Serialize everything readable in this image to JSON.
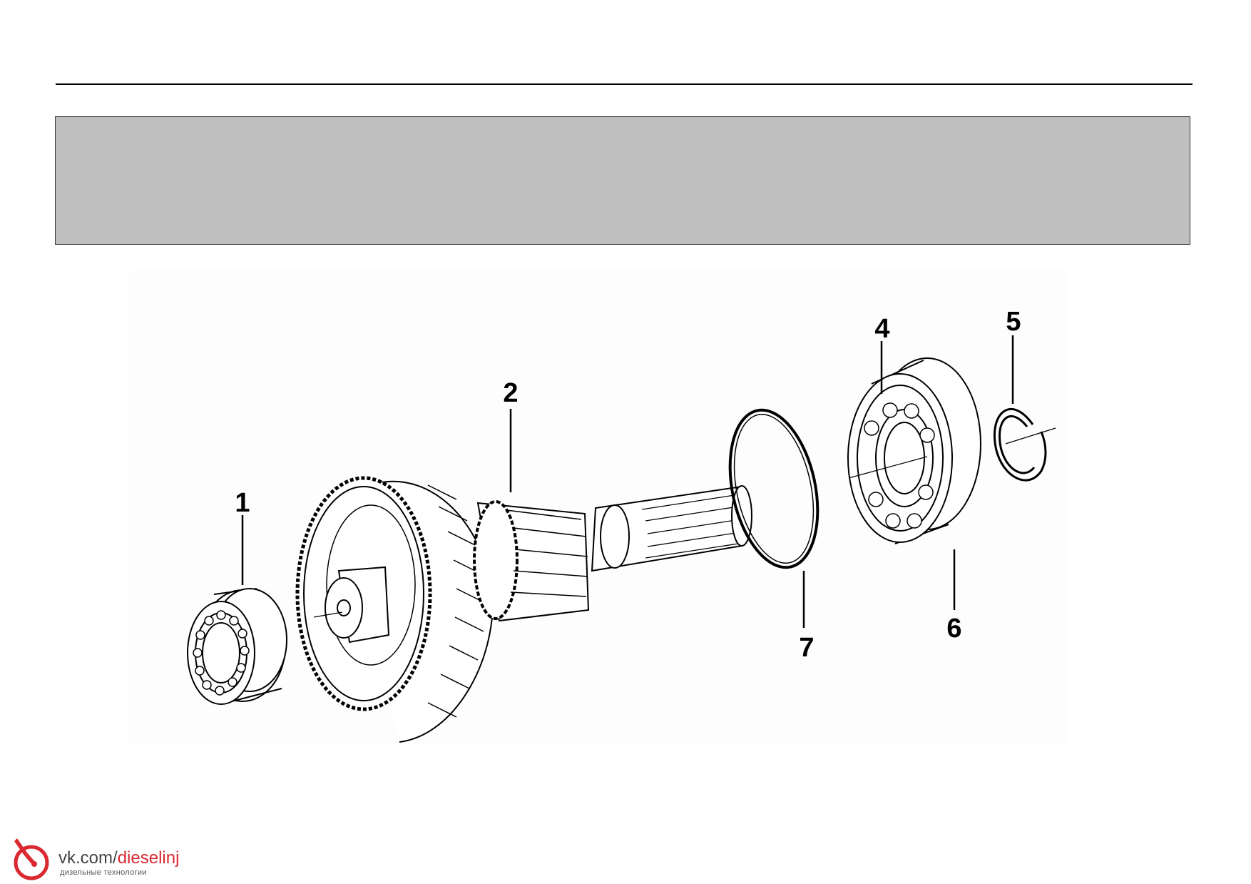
{
  "callouts": {
    "c1": "1",
    "c2": "2",
    "c4": "4",
    "c5": "5",
    "c6": "6",
    "c7": "7"
  },
  "watermark": {
    "domain": "vk.com/",
    "handle": "dieselinj",
    "tagline": "дизельные технологии",
    "accent_color": "#d9282f"
  },
  "banner": {
    "text": "",
    "color": "#bfbfbf"
  }
}
